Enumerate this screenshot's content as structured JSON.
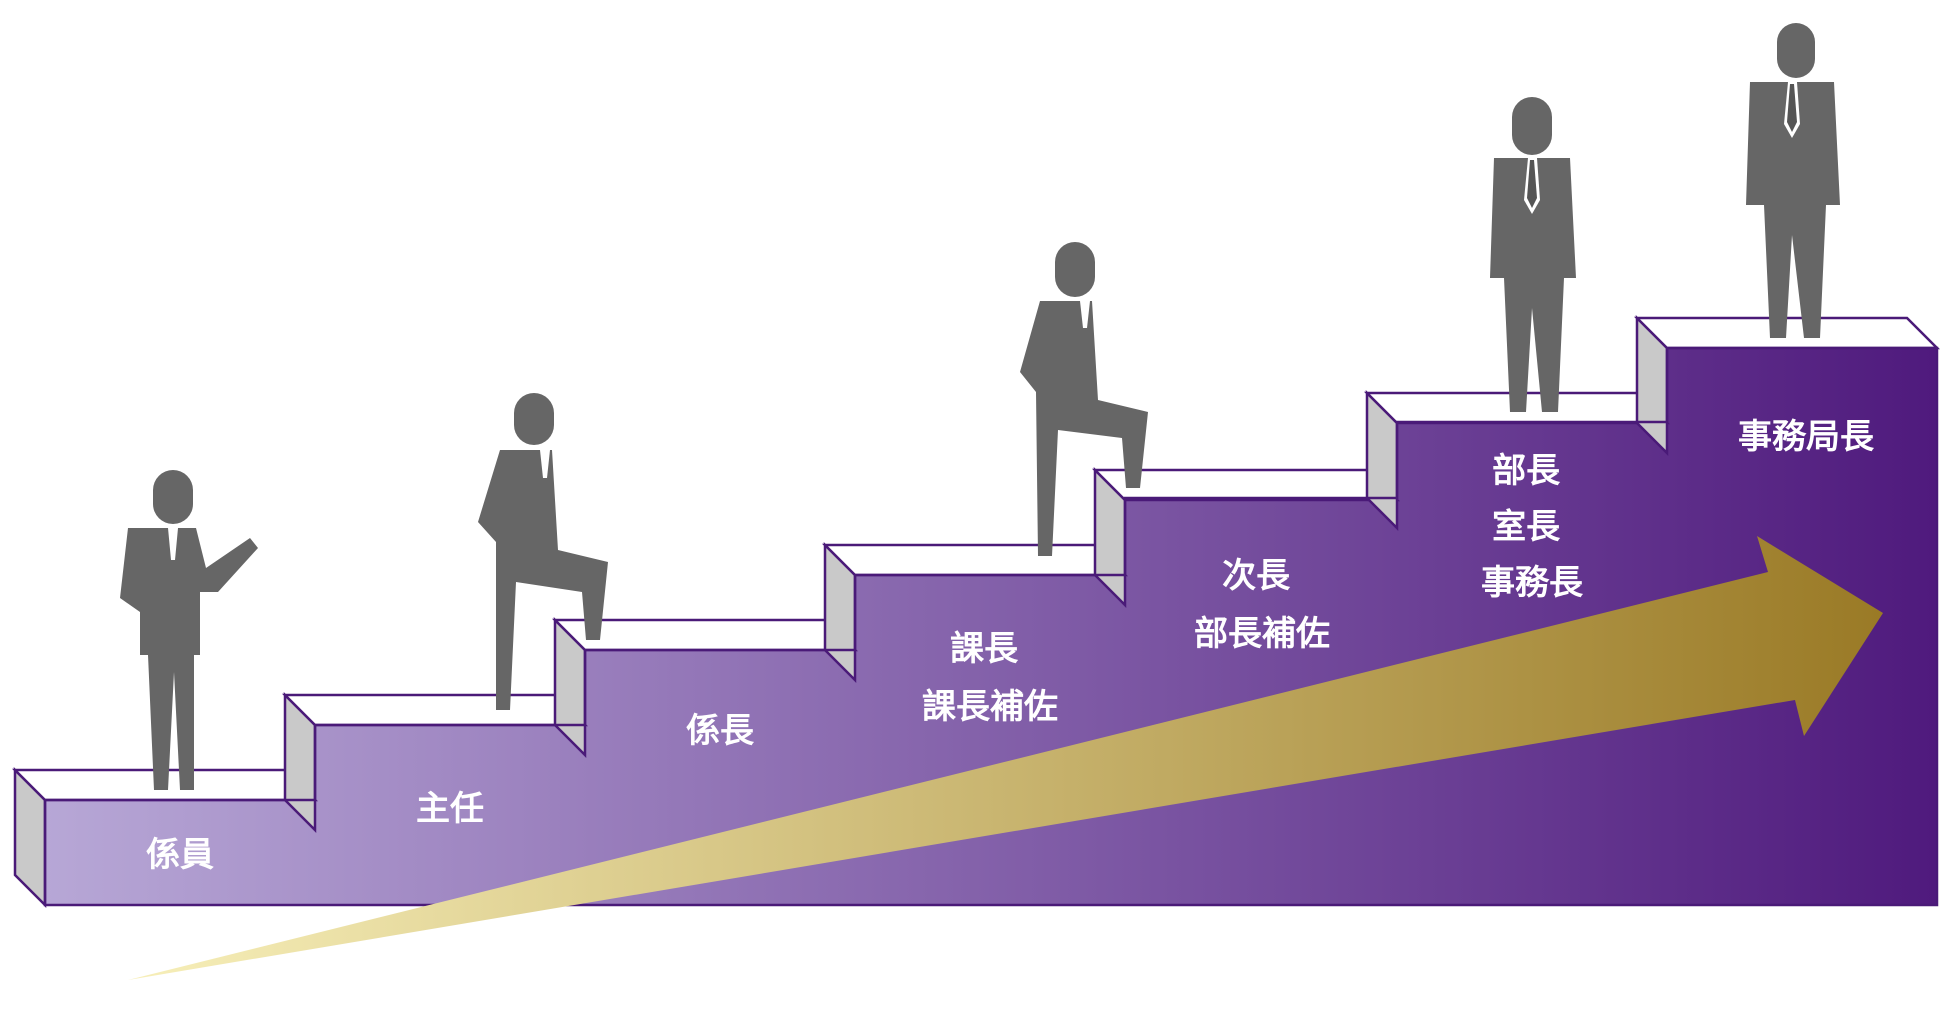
{
  "steps": [
    {
      "lines": [
        "係員"
      ]
    },
    {
      "lines": [
        "主任"
      ]
    },
    {
      "lines": [
        "係長"
      ]
    },
    {
      "lines": [
        "課長",
        "課長補佐"
      ]
    },
    {
      "lines": [
        "次長",
        "部長補佐"
      ]
    },
    {
      "lines": [
        "部長",
        "室長",
        "事務長"
      ]
    },
    {
      "lines": [
        "事務局長"
      ]
    }
  ],
  "figures": [
    {
      "pose": "presenting"
    },
    {
      "pose": "climbing"
    },
    {
      "pose": "climbing"
    },
    {
      "pose": "standing"
    },
    {
      "pose": "standing"
    }
  ],
  "colors": {
    "staircase_light": "#b7a7d6",
    "staircase_dark": "#4f1a7d",
    "step_outline": "#4a1a78",
    "riser_gray": "#c9c9c9",
    "step_top": "#ffffff",
    "figure": "#666666",
    "arrow_light": "#f7efb9",
    "arrow_dark": "#9a7a26"
  }
}
